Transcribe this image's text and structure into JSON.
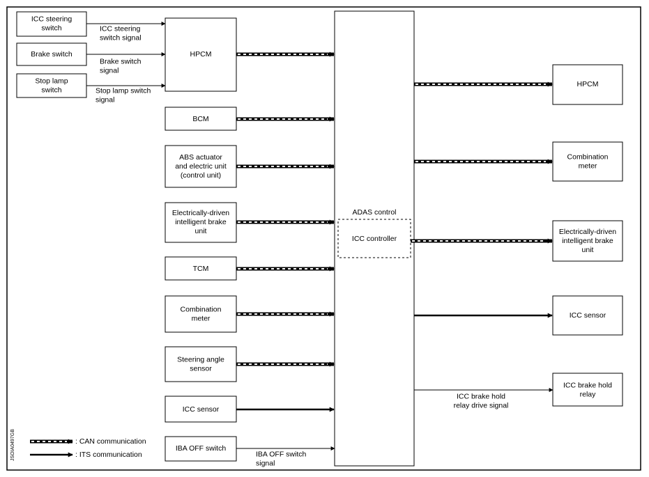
{
  "doc_id": "JSOIA0497GB",
  "adas": {
    "title": "ADAS control",
    "controller": "ICC controller"
  },
  "inputs": {
    "icc_steering_switch": [
      "ICC steering",
      "switch"
    ],
    "brake_switch": [
      "Brake switch"
    ],
    "stop_lamp_switch": [
      "Stop lamp",
      "switch"
    ],
    "hpcm": [
      "HPCM"
    ],
    "bcm": [
      "BCM"
    ],
    "abs": [
      "ABS actuator",
      "and electric unit",
      "(control unit)"
    ],
    "ebrake": [
      "Electrically-driven",
      "intelligent brake",
      "unit"
    ],
    "tcm": [
      "TCM"
    ],
    "combination_meter": [
      "Combination",
      "meter"
    ],
    "steering_angle_sensor": [
      "Steering angle",
      "sensor"
    ],
    "icc_sensor": [
      "ICC sensor"
    ],
    "iba_off_switch": [
      "IBA OFF switch"
    ]
  },
  "outputs": {
    "hpcm": [
      "HPCM"
    ],
    "combination_meter": [
      "Combination",
      "meter"
    ],
    "ebrake": [
      "Electrically-driven",
      "intelligent brake",
      "unit"
    ],
    "icc_sensor": [
      "ICC sensor"
    ],
    "icc_brake_hold_relay": [
      "ICC brake hold",
      "relay"
    ]
  },
  "signals": {
    "icc_steering": [
      "ICC steering",
      "switch signal"
    ],
    "brake_switch": [
      "Brake switch",
      "signal"
    ],
    "stop_lamp": [
      "Stop lamp switch",
      "signal"
    ],
    "iba_off": [
      "IBA OFF switch",
      "signal"
    ],
    "relay_drive": [
      "ICC brake hold",
      "relay drive signal"
    ]
  },
  "legend": {
    "can": ": CAN communication",
    "its": ": ITS communication"
  },
  "colors": {
    "line": "#000000",
    "background": "#ffffff"
  }
}
